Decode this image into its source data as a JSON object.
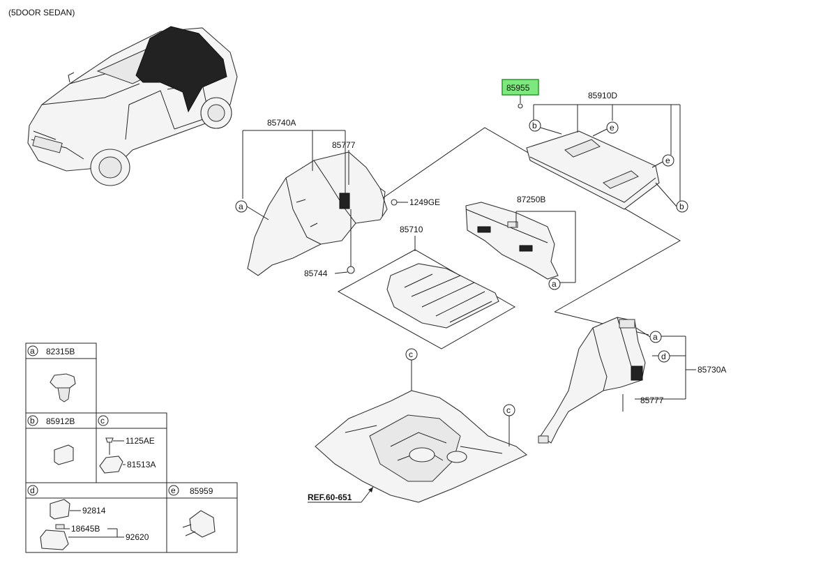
{
  "heading": "(5DOOR SEDAN)",
  "parts": {
    "p85740A": "85740A",
    "p85777_left": "85777",
    "p1249GE": "1249GE",
    "p85744": "85744",
    "p85710": "85710",
    "p85955": "85955",
    "p85910D": "85910D",
    "p87250B": "87250B",
    "p85730A": "85730A",
    "p85777_right": "85777",
    "ref": "REF.60-651"
  },
  "callouts": {
    "a": "a",
    "b": "b",
    "c": "c",
    "d": "d",
    "e": "e"
  },
  "legend": {
    "a_part": "82315B",
    "b_part": "85912B",
    "c_part1": "1125AE",
    "c_part2": "81513A",
    "d_part1": "92814",
    "d_part2": "18645B",
    "d_part3": "92620",
    "e_part": "85959"
  },
  "colors": {
    "highlight": "#7de87d",
    "line": "#222222"
  }
}
